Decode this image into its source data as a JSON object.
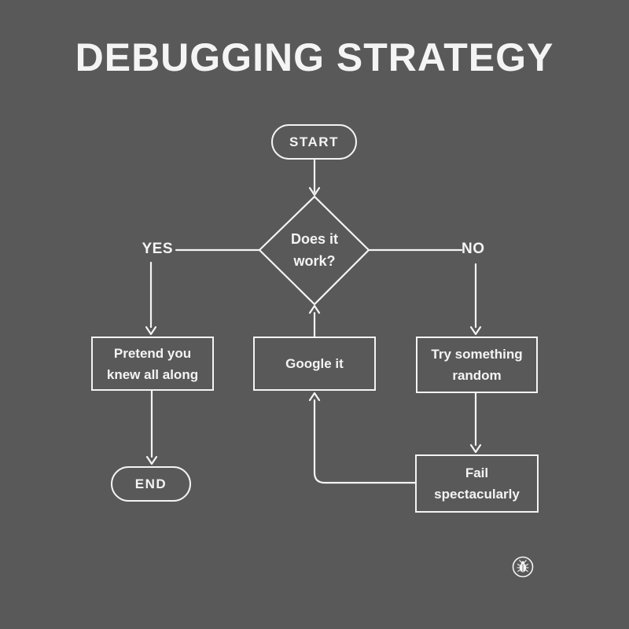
{
  "theme": {
    "background": "#595959",
    "ink": "#f4f4f4"
  },
  "title": "DEBUGGING STRATEGY",
  "flowchart": {
    "start": {
      "label": "START"
    },
    "decision": {
      "line1": "Does it",
      "line2": "work?"
    },
    "yes_label": "YES",
    "no_label": "NO",
    "pretend": {
      "line1": "Pretend you",
      "line2": "knew all along"
    },
    "google": {
      "label": "Google it"
    },
    "random": {
      "line1": "Try something",
      "line2": "random"
    },
    "fail": {
      "line1": "Fail",
      "line2": "spectacularly"
    },
    "end": {
      "label": "END"
    }
  },
  "footer": {
    "icon": "bug-icon"
  }
}
